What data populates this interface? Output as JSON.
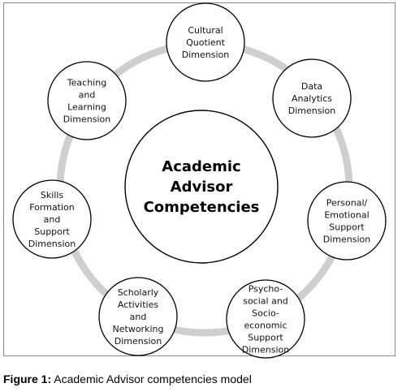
{
  "diagram": {
    "center": {
      "lines": [
        "Academic",
        "Advisor",
        "Competencies"
      ]
    },
    "dimensions": [
      {
        "id": "cultural-quotient",
        "lines": [
          "Cultural",
          "Quotient",
          "Dimension"
        ]
      },
      {
        "id": "data-analytics",
        "lines": [
          "Data",
          "Analytics",
          "Dimension"
        ]
      },
      {
        "id": "personal-emotional-support",
        "lines": [
          "Personal/",
          "Emotional",
          "Support",
          "Dimension"
        ]
      },
      {
        "id": "psychosocial-socioeconomic-support",
        "lines": [
          "Psycho-",
          "social and",
          "Socio-",
          "economic",
          "Support",
          "Dimension"
        ]
      },
      {
        "id": "scholarly-activities-networking",
        "lines": [
          "Scholarly",
          "Activities",
          "and",
          "Networking",
          "Dimension"
        ]
      },
      {
        "id": "skills-formation-support",
        "lines": [
          "Skills",
          "Formation",
          "and",
          "Support",
          "Dimension"
        ]
      },
      {
        "id": "teaching-learning",
        "lines": [
          "Teaching",
          "and",
          "Learning",
          "Dimension"
        ]
      }
    ],
    "colors": {
      "ring": "#cfcfcf",
      "node_stroke": "#000000",
      "node_fill": "#ffffff"
    }
  },
  "caption": {
    "label": "Figure 1:",
    "text": " Academic Advisor competencies model"
  }
}
